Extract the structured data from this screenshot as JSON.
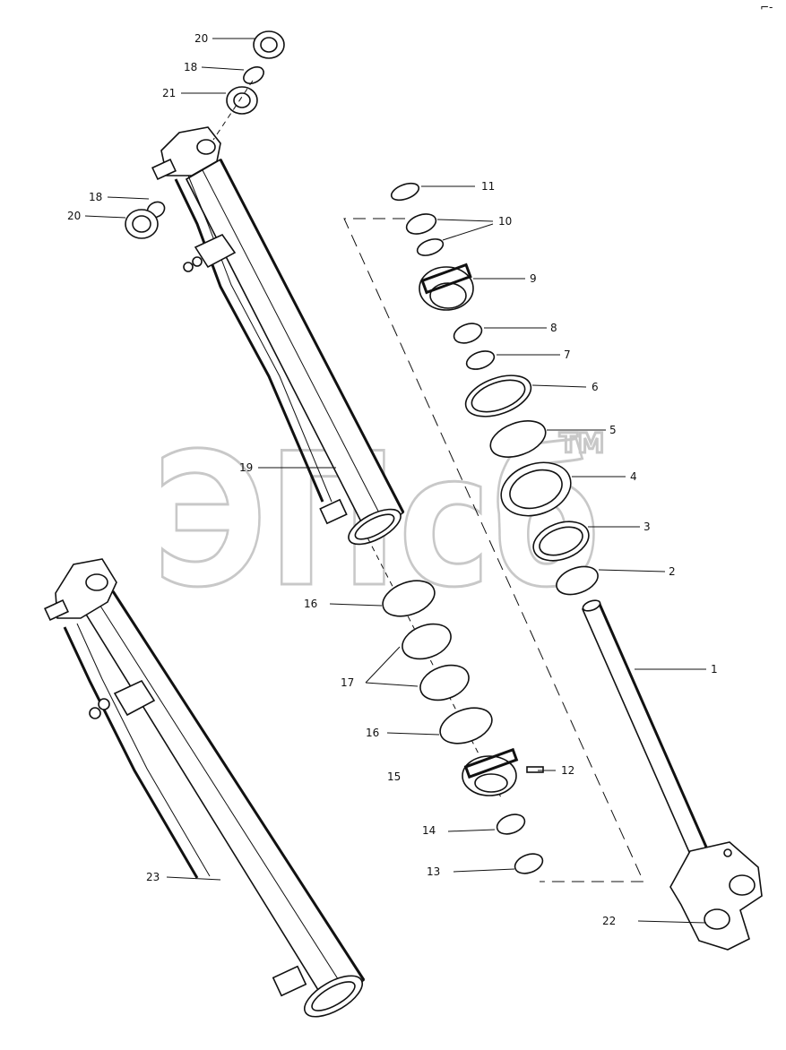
{
  "watermark": {
    "text": "ЭПсб",
    "tm": "TM"
  },
  "corner_mark": "⌐-",
  "labels": {
    "l1": "1",
    "l2": "2",
    "l3": "3",
    "l4": "4",
    "l5": "5",
    "l6": "6",
    "l7": "7",
    "l8": "8",
    "l9": "9",
    "l10": "10",
    "l11": "11",
    "l12": "12",
    "l13": "13",
    "l14": "14",
    "l15": "15",
    "l16a": "16",
    "l16b": "16",
    "l17": "17",
    "l18a": "18",
    "l18b": "18",
    "l19": "19",
    "l20a": "20",
    "l20b": "20",
    "l21": "21",
    "l22": "22",
    "l23": "23"
  }
}
